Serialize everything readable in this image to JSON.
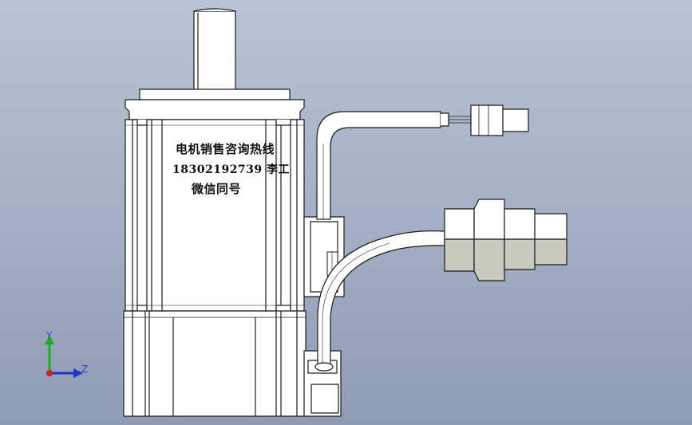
{
  "annotation": {
    "line1": "电机销售咨询热线",
    "line2": "18302192739 李工",
    "line3": "微信同号"
  },
  "triad": {
    "y_label": "Y",
    "z_label": "Z"
  },
  "colors": {
    "background_top": "#b8c3d4",
    "background_bottom": "#8f9bb4",
    "part_fill": "#ffffff",
    "part_shade": "#c9c9bd",
    "edge": "#1a1a1a",
    "axis_y": "#22aa22",
    "axis_z": "#2233cc",
    "axis_x": "#cc2222"
  }
}
